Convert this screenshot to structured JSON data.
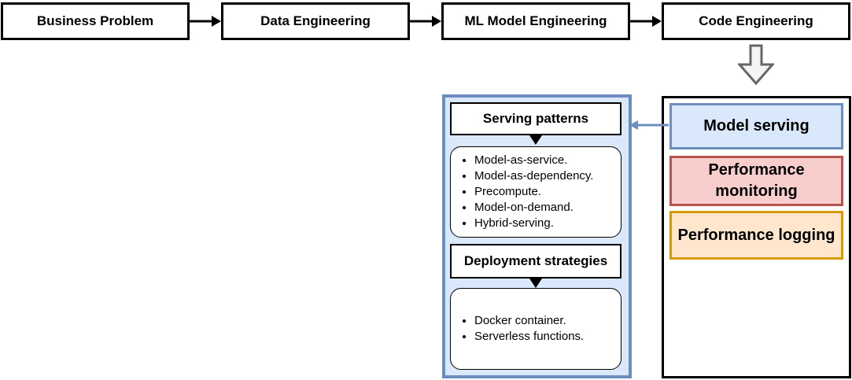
{
  "pipeline": {
    "stages": [
      {
        "label": "Business Problem"
      },
      {
        "label": "Data Engineering"
      },
      {
        "label": "ML Model Engineering"
      },
      {
        "label": "Code Engineering"
      }
    ]
  },
  "serving_panel": {
    "blocks": [
      {
        "label": "Model serving",
        "fill": "#dae8fc",
        "border": "#6c8ebf"
      },
      {
        "label": "Performance monitoring",
        "fill": "#f8cecc",
        "border": "#b85450"
      },
      {
        "label": "Performance logging",
        "fill": "#ffe6cc",
        "border": "#d79b00"
      }
    ]
  },
  "detail_panel": {
    "fill": "#dae8fc",
    "border": "#6c8ebf",
    "sections": [
      {
        "title": "Serving patterns",
        "items": [
          "Model-as-service.",
          "Model-as-dependency.",
          "Precompute.",
          "Model-on-demand.",
          "Hybrid-serving."
        ]
      },
      {
        "title": "Deployment strategies",
        "items": [
          "Docker container.",
          "Serverless functions."
        ]
      }
    ]
  },
  "icons": {
    "flow_arrow": "arrow-right",
    "expand_arrow": "block-arrow-down",
    "link_arrow": "arrow-left",
    "section_pointer": "triangle-down"
  },
  "colors": {
    "node_fill": "#ffffff",
    "node_border": "#000000",
    "link_arrow_color": "#6c8ebf",
    "block_arrow_fill": "#f5f5f5",
    "block_arrow_stroke": "#666666"
  }
}
